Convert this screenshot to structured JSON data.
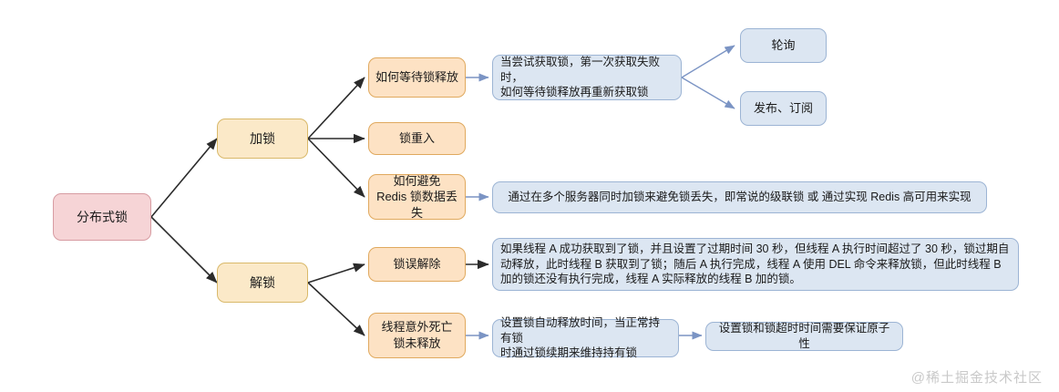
{
  "diagram": {
    "title": "分布式锁",
    "watermark": "@稀土掘金技术社区",
    "colors": {
      "root_fill": "#f6d4d6",
      "root_border": "#d79ca2",
      "level2_fill": "#fbe9c8",
      "level2_border": "#d9b96a",
      "level3_fill": "#fde2c4",
      "level3_border": "#e0a95e",
      "detail_fill": "#dce6f2",
      "detail_border": "#9cb4d4",
      "dark_edge": "#2b2b2b",
      "blue_edge": "#7b94c4"
    },
    "nodes": {
      "root": "分布式锁",
      "lock": "加锁",
      "unlock": "解锁",
      "wait_lock_release": "如何等待锁释放",
      "lock_reentrant": "锁重入",
      "avoid_redis_loss": "如何避免\nRedis 锁数据丢失",
      "lock_wrong_release": "锁误解除",
      "thread_dead": "线程意外死亡\n锁未释放",
      "polling": "轮询",
      "pub_sub": "发布、订阅",
      "wait_lock_release_desc": "当尝试获取锁，第一次获取失败时，\n如何等待锁释放再重新获取锁",
      "avoid_redis_loss_desc": "通过在多个服务器同时加锁来避免锁丢失，即常说的级联锁 或 通过实现 Redis 高可用来实现",
      "lock_wrong_release_desc": "如果线程 A 成功获取到了锁，并且设置了过期时间 30 秒，但线程 A 执行时间超过了 30 秒，锁过期自动释放，此时线程 B 获取到了锁；随后 A 执行完成，线程 A 使用 DEL 命令来释放锁，但此时线程 B 加的锁还没有执行完成，线程 A 实际释放的线程 B 加的锁。",
      "thread_dead_desc": "设置锁自动释放时间，当正常持有锁\n时通过锁续期来维持持有锁",
      "atomicity": "设置锁和锁超时时间需要保证原子性"
    }
  }
}
